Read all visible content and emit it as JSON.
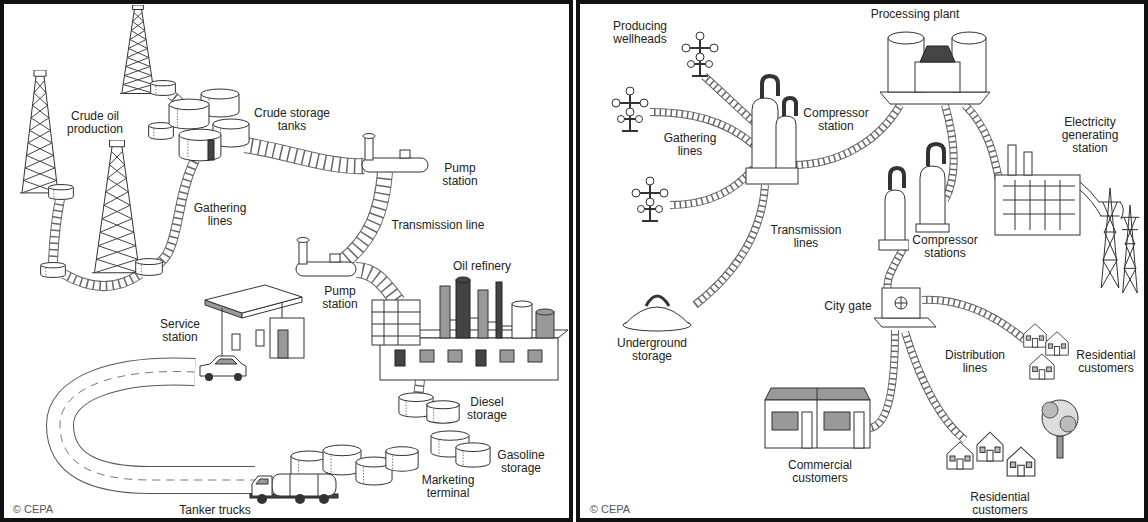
{
  "diagram": {
    "nodes": [
      {
        "text": [
          "Crude oil production",
          "Crude storage tanks",
          "Pump station",
          "Gathering lines",
          "Transmission line",
          "Oil refinery",
          "Pump station",
          "Service station",
          "Diesel storage",
          "Gasoline storage",
          "Marketing terminal",
          "© CEPA",
          "Tanker trucks"
        ]
      },
      {
        "text": [
          "Producing wellheads",
          "Processing plant",
          "Compressor station",
          "Gathering lines",
          "Electricity generating station",
          "Transmission lines",
          "Compressor stations",
          "City gate",
          "Underground storage",
          "Distribution lines",
          "Residential customers",
          "Commercial customers",
          "© CEPA",
          "Residential customers"
        ]
      }
    ]
  }
}
